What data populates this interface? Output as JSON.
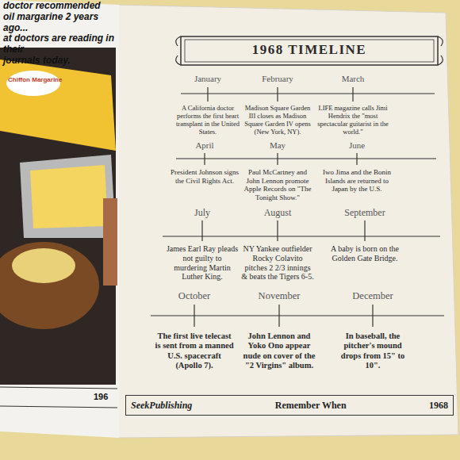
{
  "diagram": {
    "title": "1968 TIMELINE",
    "nodes": [
      {
        "text": [
          "SeekPublishing",
          "Remember When",
          "1968"
        ]
      }
    ],
    "labels": [
      "doctor recommended",
      "oil margarine 2 years ago...",
      "at doctors are reading in their",
      "journals today.",
      "Chiffon Margarine",
      "196",
      "January",
      "A California doctor performs the first heart transplant in the United States.",
      "February",
      "Madison Square Garden III closes as Madison Square Garden IV opens (New York, NY).",
      "March",
      "LIFE magazine calls Jimi Hendrix the \"most spectacular guitarist in the world.\"",
      "April",
      "President Johnson signs the Civil Rights Act.",
      "May",
      "Paul McCartney and John Lennon promote Apple Records on \"The Tonight Show.\"",
      "June",
      "Iwo Jima and the Bonin Islands are returned to Japan by the U.S.",
      "July",
      "James Earl Ray pleads not guilty to murdering Martin Luther King.",
      "August",
      "NY Yankee outfielder Rocky Colavito pitches 2 2/3 innings & beats the Tigers 6-5.",
      "September",
      "A baby is born on the Golden Gate Bridge.",
      "October",
      "The first live telecast is sent from a manned U.S. spacecraft (Apollo 7).",
      "November",
      "John Lennon and Yoko Ono appear nude on cover of the \"2 Virgins\" album.",
      "December",
      "In baseball, the pitcher's mound drops from 15\" to 10\"."
    ]
  }
}
